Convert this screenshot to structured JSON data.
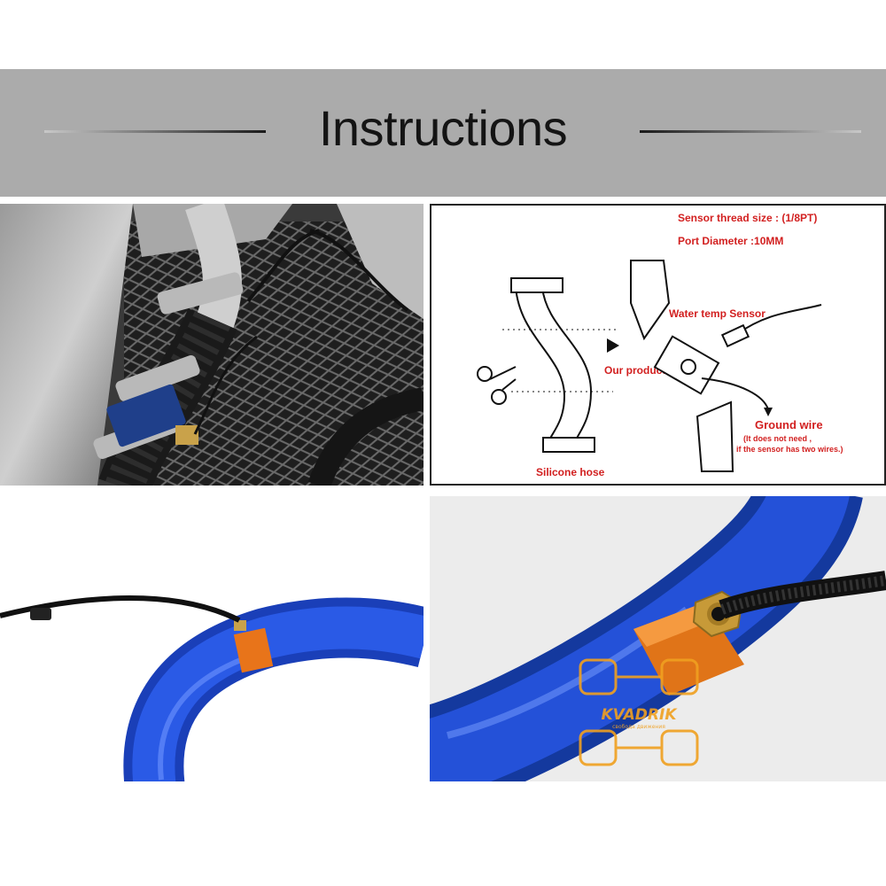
{
  "header": {
    "title": "Instructions"
  },
  "diagram": {
    "sensor_thread": "Sensor thread size : (1/8PT)",
    "port_diameter": "Port Diameter :10MM",
    "water_temp_sensor": "Water temp Sensor",
    "our_product": "Our product",
    "ground_wire": "Ground wire",
    "ground_note_1": "(It does not need ,",
    "ground_note_2": "if the sensor has two wires.)",
    "silicone_hose": "Silicone hose"
  },
  "watermark": {
    "brand": "KVADRIK",
    "tagline": "свобода движения",
    "color": "#f0a020"
  },
  "colors": {
    "banner": "#ababab",
    "hose_blue": "#1f4fd6",
    "adapter_orange": "#e8741a",
    "diagram_red": "#d22020"
  }
}
